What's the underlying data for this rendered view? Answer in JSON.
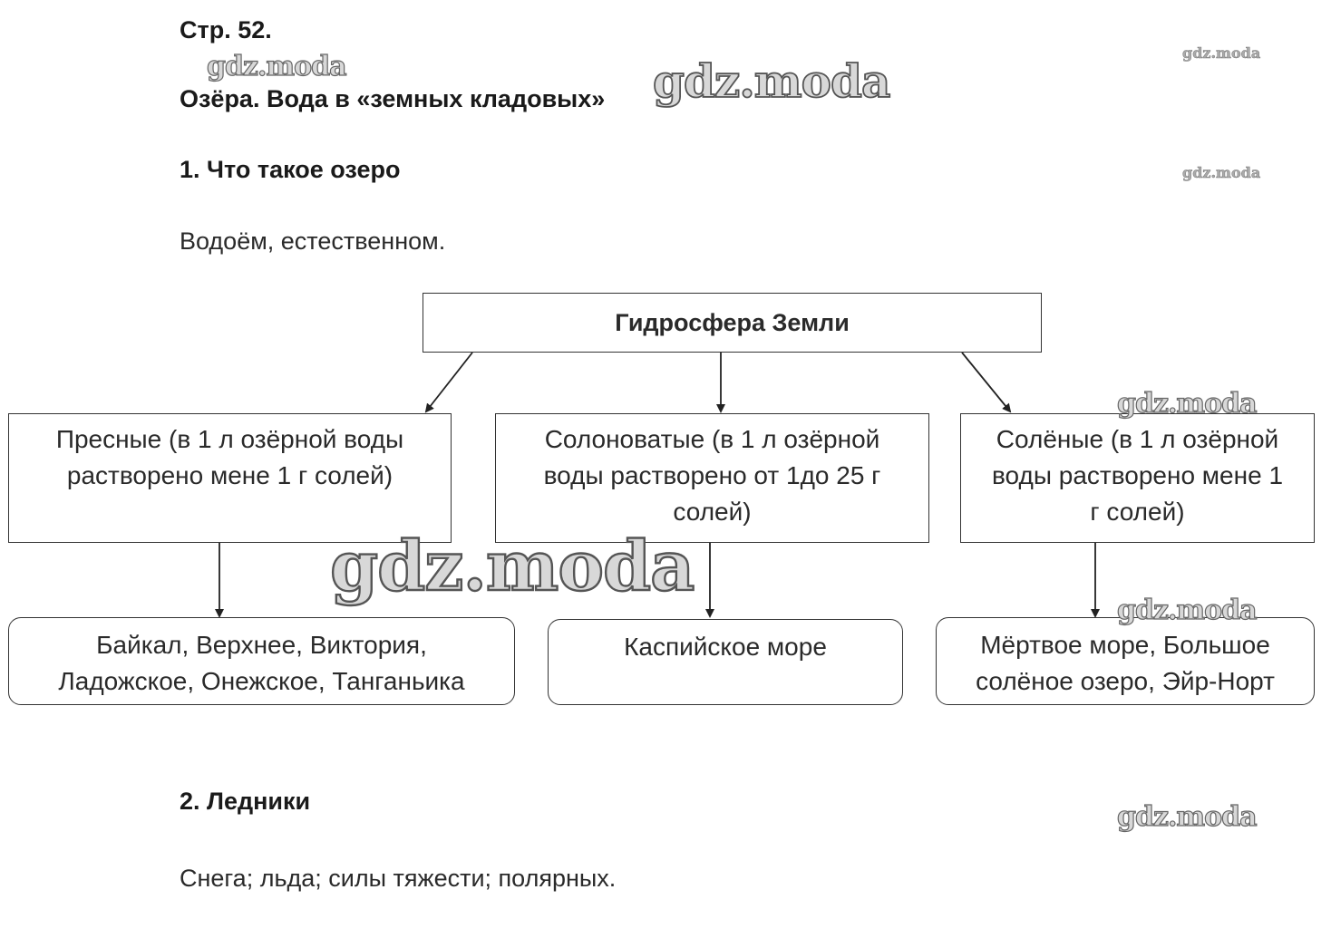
{
  "page": {
    "number": "Стр. 52."
  },
  "topic": {
    "title": "Озёра. Вода в «земных кладовых»"
  },
  "section1": {
    "heading": "1. Что такое озеро",
    "answer": "Водоём, естественном."
  },
  "diagram": {
    "root": "Гидросфера Земли",
    "categories": [
      {
        "lines": [
          "Пресные (в 1 л озёрной воды",
          "растворено мене 1 г солей)"
        ]
      },
      {
        "lines": [
          "Солоноватые (в 1 л озёрной",
          "воды растворено от 1до 25 г",
          "солей)"
        ]
      },
      {
        "lines": [
          "Солёные (в 1 л озёрной",
          "воды растворено мене 1",
          "г солей)"
        ]
      }
    ],
    "examples": [
      {
        "lines": [
          "Байкал, Верхнее, Виктория,",
          "Ладожское, Онежское, Танганьика"
        ]
      },
      {
        "lines": [
          "Каспийское море"
        ]
      },
      {
        "lines": [
          "Мёртвое море, Большое",
          "солёное озеро, Эйр-Норт"
        ]
      }
    ]
  },
  "section2": {
    "heading": "2. Ледники",
    "answer": "Снега; льда; силы тяжести; полярных."
  },
  "watermark": {
    "text": "gdz.moda"
  }
}
